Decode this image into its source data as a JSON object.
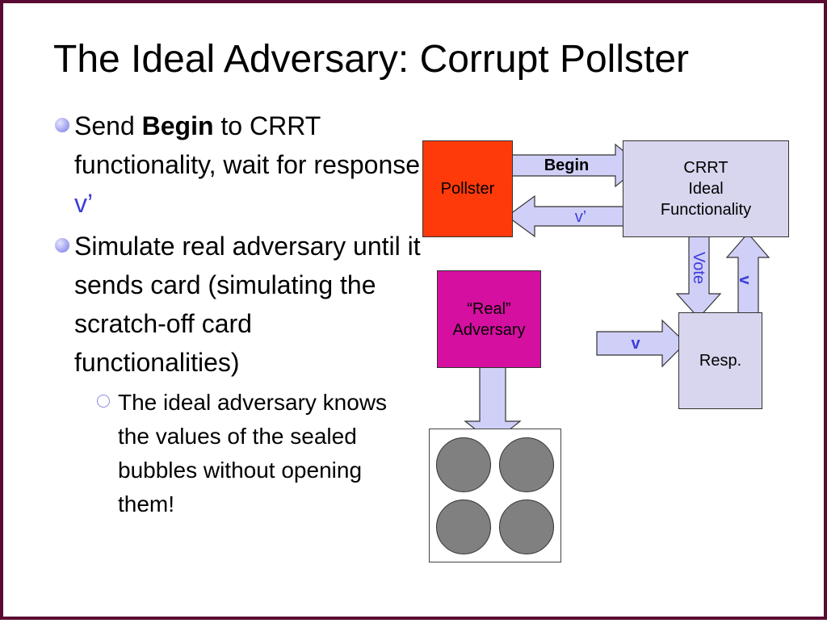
{
  "slide": {
    "title": "The Ideal Adversary: Corrupt Pollster",
    "bullets": [
      {
        "pre": "Send ",
        "bold": "Begin",
        "post": " to CRRT functionality, wait for response ",
        "blue": "v’"
      },
      {
        "text": "Simulate real adversary until it sends card (simulating the scratch-off card functionalities)"
      }
    ],
    "subbullet": "The ideal adversary knows the values of the sealed bubbles without opening them!"
  },
  "diagram": {
    "pollster_label": "Pollster",
    "crrt_line1": "CRRT",
    "crrt_line2": "Ideal",
    "crrt_line3": "Functionality",
    "real_line1": "“Real”",
    "real_line2": "Adversary",
    "resp_label": "Resp.",
    "begin_label": "Begin",
    "vprime_label": "v’",
    "v_resp_label": "v",
    "vote_label": "Vote",
    "v_up_label": "v"
  },
  "colors": {
    "border": "#5a0a32",
    "pollster": "#ff3a0a",
    "crrt": "#d8d6ee",
    "real_adversary": "#d50fa0",
    "resp": "#d8d6ee",
    "arrow_fill": "#cfcff7",
    "bubble": "#808080",
    "accent_blue": "#3d3ddb"
  }
}
